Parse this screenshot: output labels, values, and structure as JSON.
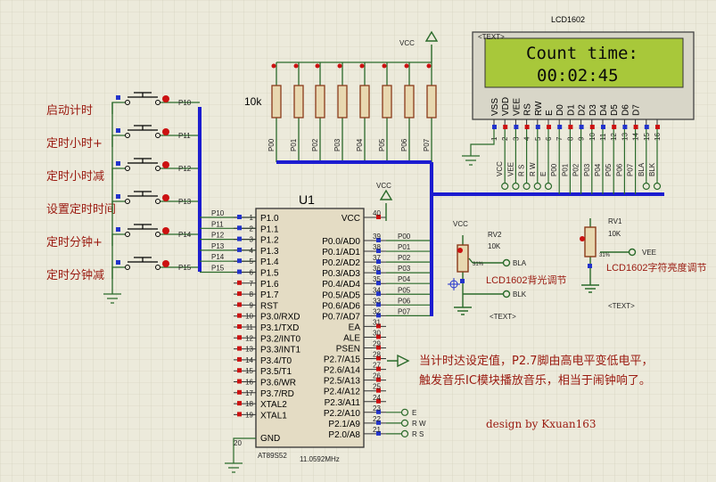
{
  "buttons": [
    {
      "label": "启动计时",
      "net": "P10"
    },
    {
      "label": "定时小时+",
      "net": "P11"
    },
    {
      "label": "定时小时减",
      "net": "P12"
    },
    {
      "label": "设置定时时间",
      "net": "P13"
    },
    {
      "label": "定时分钟+",
      "net": "P14"
    },
    {
      "label": "定时分钟减",
      "net": "P15"
    }
  ],
  "pullups": {
    "value": "10k",
    "vcc": "VCC",
    "nets": [
      "P00",
      "P01",
      "P02",
      "P03",
      "P04",
      "P05",
      "P06",
      "P07"
    ]
  },
  "mcu": {
    "ref": "U1",
    "part": "AT89S52",
    "crystal": "11.0592MHz",
    "vcc_label": "VCC",
    "left_pins": [
      {
        "num": "1",
        "name": "P1.0",
        "net": "P10"
      },
      {
        "num": "2",
        "name": "P1.1",
        "net": "P11"
      },
      {
        "num": "3",
        "name": "P1.2",
        "net": "P12"
      },
      {
        "num": "4",
        "name": "P1.3",
        "net": "P13"
      },
      {
        "num": "5",
        "name": "P1.4",
        "net": "P14"
      },
      {
        "num": "6",
        "name": "P1.5",
        "net": "P15"
      },
      {
        "num": "7",
        "name": "P1.6",
        "net": ""
      },
      {
        "num": "8",
        "name": "P1.7",
        "net": ""
      },
      {
        "num": "9",
        "name": "RST",
        "net": ""
      },
      {
        "num": "10",
        "name": "P3.0/RXD",
        "net": ""
      },
      {
        "num": "11",
        "name": "P3.1/TXD",
        "net": ""
      },
      {
        "num": "12",
        "name": "P3.2/INT0",
        "net": ""
      },
      {
        "num": "13",
        "name": "P3.3/INT1",
        "net": ""
      },
      {
        "num": "14",
        "name": "P3.4/T0",
        "net": ""
      },
      {
        "num": "15",
        "name": "P3.5/T1",
        "net": ""
      },
      {
        "num": "16",
        "name": "P3.6/WR",
        "net": ""
      },
      {
        "num": "17",
        "name": "P3.7/RD",
        "net": ""
      },
      {
        "num": "18",
        "name": "XTAL2",
        "net": ""
      },
      {
        "num": "19",
        "name": "XTAL1",
        "net": ""
      }
    ],
    "gnd": {
      "num": "20",
      "name": "GND"
    },
    "right_pins": [
      {
        "num": "40",
        "name": "VCC",
        "net": ""
      },
      {
        "num": "39",
        "name": "P0.0/AD0",
        "net": "P00"
      },
      {
        "num": "38",
        "name": "P0.1/AD1",
        "net": "P01"
      },
      {
        "num": "37",
        "name": "P0.2/AD2",
        "net": "P02"
      },
      {
        "num": "36",
        "name": "P0.3/AD3",
        "net": "P03"
      },
      {
        "num": "35",
        "name": "P0.4/AD4",
        "net": "P04"
      },
      {
        "num": "34",
        "name": "P0.5/AD5",
        "net": "P05"
      },
      {
        "num": "33",
        "name": "P0.6/AD6",
        "net": "P06"
      },
      {
        "num": "32",
        "name": "P0.7/AD7",
        "net": "P07"
      },
      {
        "num": "31",
        "name": "EA",
        "net": ""
      },
      {
        "num": "30",
        "name": "ALE",
        "net": ""
      },
      {
        "num": "29",
        "name": "PSEN",
        "net": ""
      },
      {
        "num": "28",
        "name": "P2.7/A15",
        "net": ""
      },
      {
        "num": "27",
        "name": "P2.6/A14",
        "net": ""
      },
      {
        "num": "26",
        "name": "P2.5/A13",
        "net": ""
      },
      {
        "num": "25",
        "name": "P2.4/A12",
        "net": ""
      },
      {
        "num": "24",
        "name": "P2.3/A11",
        "net": ""
      },
      {
        "num": "23",
        "name": "P2.2/A10",
        "net": "E"
      },
      {
        "num": "22",
        "name": "P2.1/A9",
        "net": "R W"
      },
      {
        "num": "21",
        "name": "P2.0/A8",
        "net": "R S"
      }
    ]
  },
  "lcd": {
    "title": "LCD1602",
    "text_tag": "<TEXT>",
    "line1": "Count time:",
    "line2": "00:02:45",
    "pins": [
      {
        "name": "VSS",
        "num": "1",
        "net": ""
      },
      {
        "name": "VDD",
        "num": "2",
        "net": "VCC"
      },
      {
        "name": "VEE",
        "num": "3",
        "net": "VEE"
      },
      {
        "name": "RS",
        "num": "4",
        "net": "R S"
      },
      {
        "name": "RW",
        "num": "5",
        "net": "R W"
      },
      {
        "name": "E",
        "num": "6",
        "net": "E"
      },
      {
        "name": "D0",
        "num": "7",
        "net": "P00"
      },
      {
        "name": "D1",
        "num": "8",
        "net": "P01"
      },
      {
        "name": "D2",
        "num": "9",
        "net": "P02"
      },
      {
        "name": "D3",
        "num": "10",
        "net": "P03"
      },
      {
        "name": "D4",
        "num": "11",
        "net": "P04"
      },
      {
        "name": "D5",
        "num": "12",
        "net": "P05"
      },
      {
        "name": "D6",
        "num": "13",
        "net": "P06"
      },
      {
        "name": "D7",
        "num": "14",
        "net": "P07"
      },
      {
        "name": "",
        "num": "15",
        "net": "BLA"
      },
      {
        "name": "",
        "num": "16",
        "net": "BLK"
      }
    ]
  },
  "rv2": {
    "ref": "RV2",
    "value": "10K",
    "tap": "31%",
    "vcc": "VCC",
    "out": "BLA",
    "gnd": "BLK",
    "caption": "LCD1602背光调节",
    "text_tag": "<TEXT>"
  },
  "rv1": {
    "ref": "RV1",
    "value": "10K",
    "tap": "31%",
    "out": "VEE",
    "caption": "LCD1602字符亮度调节",
    "text_tag": "<TEXT>"
  },
  "note": {
    "line1": "当计时达设定值，P2.7脚由高电平变低电平，",
    "line2": "触发音乐IC模块播放音乐，相当于闹钟响了。"
  },
  "credit": "design by Kxuan163",
  "colors": {
    "background": "#eceadb",
    "bus": "#1c1cd0",
    "wire": "#3a7a3a",
    "lcd_screen": "#a8c83a",
    "annotation_red": "#9a1a10",
    "pin_red": "#cc1111",
    "pin_blue": "#2233cc"
  }
}
